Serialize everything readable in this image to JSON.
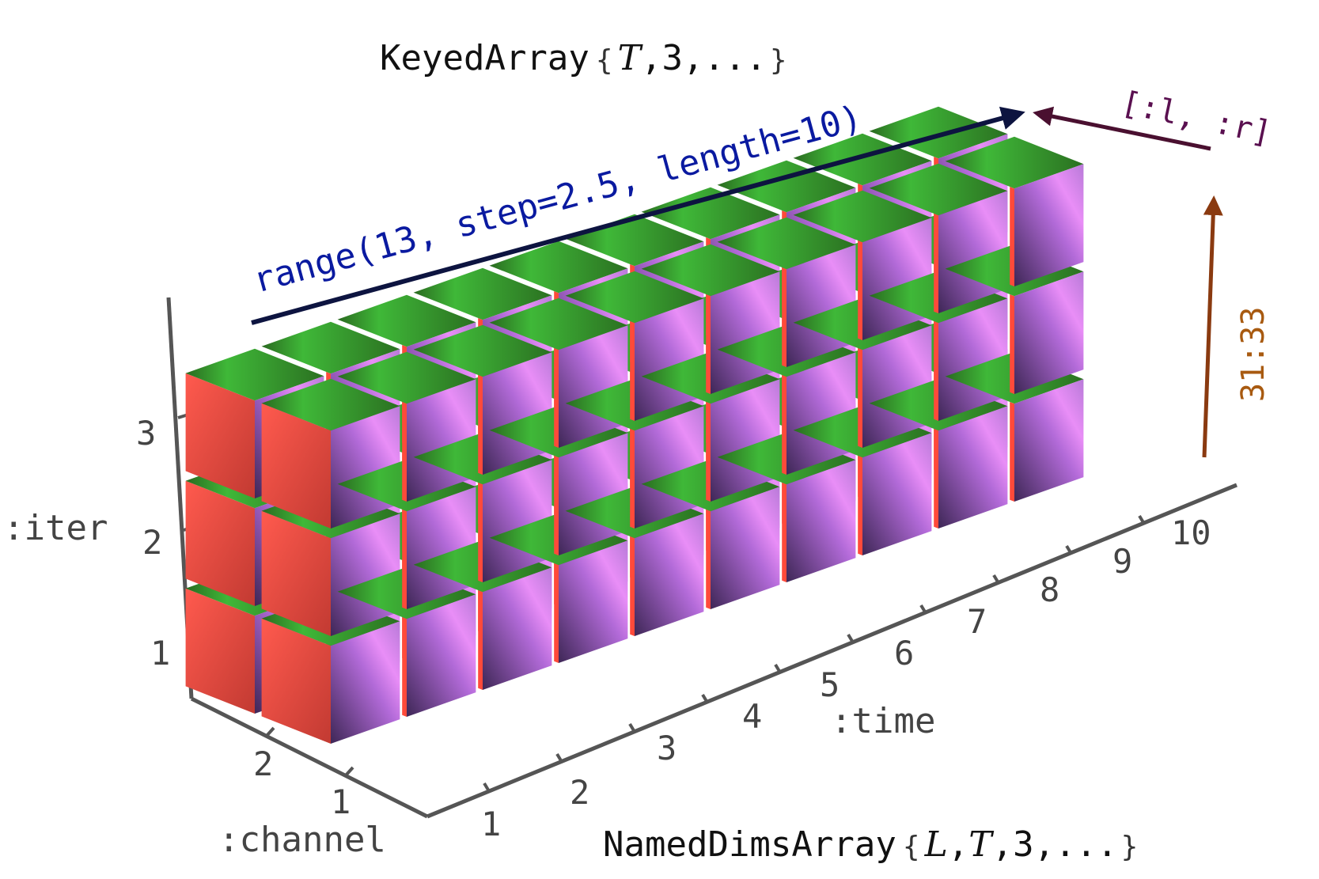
{
  "titles": {
    "keyed": {
      "name": "KeyedArray",
      "open": "{",
      "params_italic": "T",
      "params_rest": ",3,...",
      "close": "}"
    },
    "named": {
      "name": "NamedDimsArray",
      "open": "{",
      "params_italic": "L",
      "comma": ",",
      "params_italic2": "T",
      "params_rest": ",3,...",
      "close": "}"
    }
  },
  "axes": {
    "iter": {
      "label": ":iter",
      "ticks": [
        "1",
        "2",
        "3"
      ]
    },
    "time": {
      "label": ":time",
      "ticks": [
        "1",
        "2",
        "3",
        "4",
        "5",
        "6",
        "7",
        "8",
        "9",
        "10"
      ]
    },
    "channel": {
      "label": ":channel",
      "ticks": [
        "1",
        "2"
      ]
    }
  },
  "keys": {
    "time": {
      "text": "range(13, step=2.5, length=10)",
      "color": "#0a1aa0"
    },
    "channel": {
      "text": "[:l, :r]",
      "color": "#5a1050"
    },
    "iter": {
      "text": "31:33",
      "color": "#a85a10"
    }
  },
  "colors": {
    "top": "#2f7d24",
    "top_light": "#3cb035",
    "front_dark": "#4a2e66",
    "front_light": "#e88ef6",
    "side_red": "#e5473a",
    "side_red_light": "#ff5a50",
    "time_seam": "#ff4a3a",
    "channel_seam": "#a060e0",
    "axis": "#555555",
    "key_time_arrow": "#0d1440",
    "key_channel_arrow": "#4a1030",
    "key_iter_arrow": "#8a3a10"
  }
}
